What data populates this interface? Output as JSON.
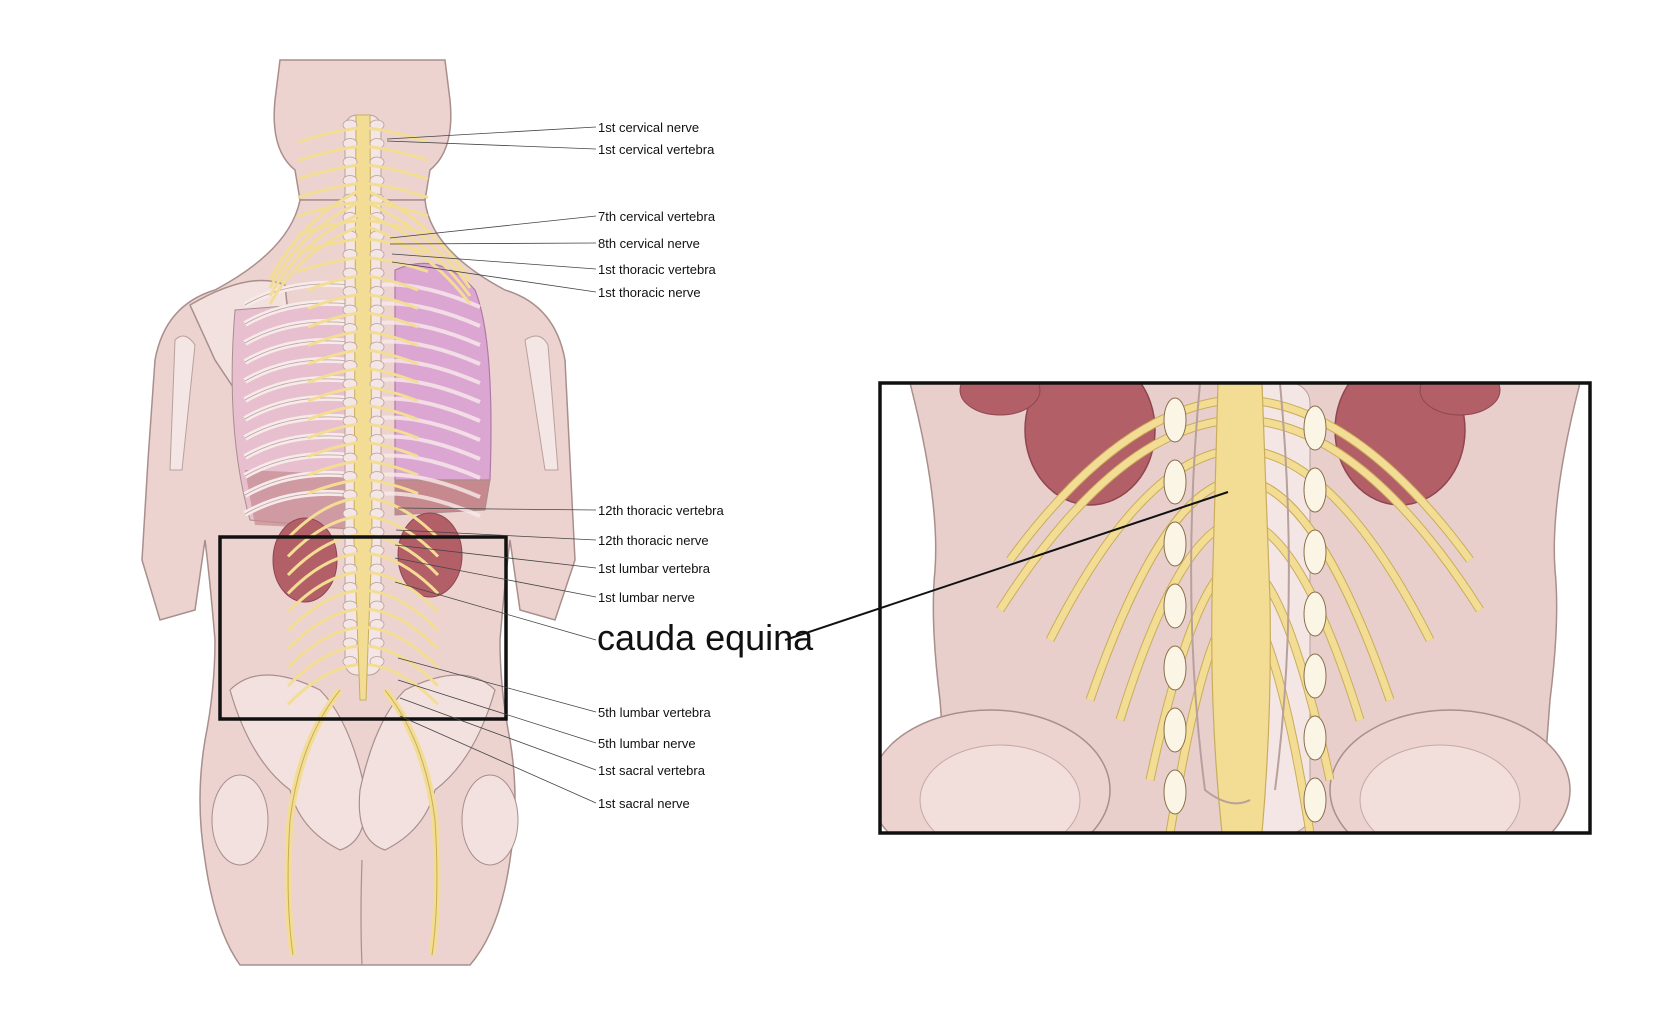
{
  "labels": [
    {
      "id": "c1-nerve",
      "text": "1st cervical nerve"
    },
    {
      "id": "c1-vertebra",
      "text": "1st cervical vertebra"
    },
    {
      "id": "c7-vertebra",
      "text": "7th cervical vertebra"
    },
    {
      "id": "c8-nerve",
      "text": "8th cervical nerve"
    },
    {
      "id": "t1-vertebra",
      "text": "1st thoracic  vertebra"
    },
    {
      "id": "t1-nerve",
      "text": "1st thoracic nerve"
    },
    {
      "id": "t12-vertebra",
      "text": "12th thoracic vertebra"
    },
    {
      "id": "t12-nerve",
      "text": "12th thoracic nerve"
    },
    {
      "id": "l1-vertebra",
      "text": "1st lumbar  vertebra"
    },
    {
      "id": "l1-nerve",
      "text": "1st lumbar nerve"
    },
    {
      "id": "l5-vertebra",
      "text": "5th lumbar  vertebra"
    },
    {
      "id": "l5-nerve",
      "text": "5th lumbar nerve"
    },
    {
      "id": "s1-vertebra",
      "text": "1st sacral vertebra"
    },
    {
      "id": "s1-nerve",
      "text": "1st sacral nerve"
    }
  ],
  "callout": {
    "text": "cauda equina"
  },
  "colors": {
    "skin": "#ecd3d0",
    "skin_outline": "#a88f8c",
    "bone": "#f4e6e4",
    "nerve": "#f3dd94",
    "nerve_outline": "#c9ad5a",
    "lung": "#dba6d2",
    "kidney": "#b35f68",
    "frame": "#111111"
  }
}
